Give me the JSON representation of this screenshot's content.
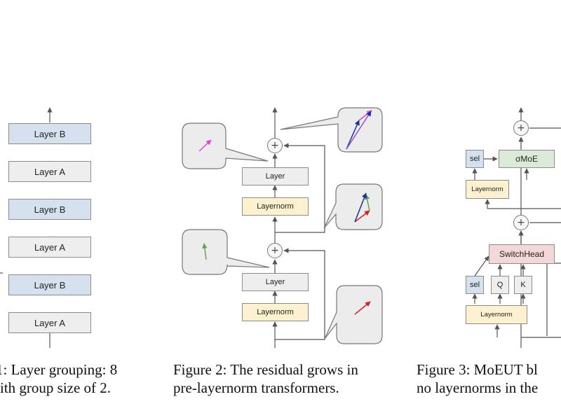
{
  "figure1": {
    "layers": [
      "Layer B",
      "Layer A",
      "Layer B",
      "Layer A",
      "Layer B",
      "Layer A"
    ],
    "caption_line1": "1:  Layer grouping:  8",
    "caption_line2": "ith group size of 2."
  },
  "figure2": {
    "upper_layer": "Layer",
    "upper_norm": "Layernorm",
    "lower_layer": "Layer",
    "lower_norm": "Layernorm",
    "plus_symbol": "+",
    "caption_line1": "Figure 2: The residual grows in",
    "caption_line2": "pre-layernorm transformers."
  },
  "figure3": {
    "sel_top": "sel",
    "moe": "σMoE",
    "norm_top": "Layernorm",
    "switchhead": "SwitchHead",
    "sel_bottom": "sel",
    "q": "Q",
    "k": "K",
    "norm_bottom": "Layernorm",
    "plus_symbol": "+",
    "caption_line1": "Figure 3: MoEUT bl",
    "caption_line2": "no layernorms in the"
  },
  "colors": {
    "layer_b": "#d6e1f0",
    "layer_a": "#eeeeee",
    "layernorm": "#fdf1cf",
    "moe": "#dcebd9",
    "switchhead": "#f4d7d9",
    "callout": "#ececec",
    "arrow_magenta": "#e040e0",
    "arrow_blue": "#1a2fa8",
    "arrow_red": "#d62020",
    "arrow_green": "#6aa050"
  }
}
